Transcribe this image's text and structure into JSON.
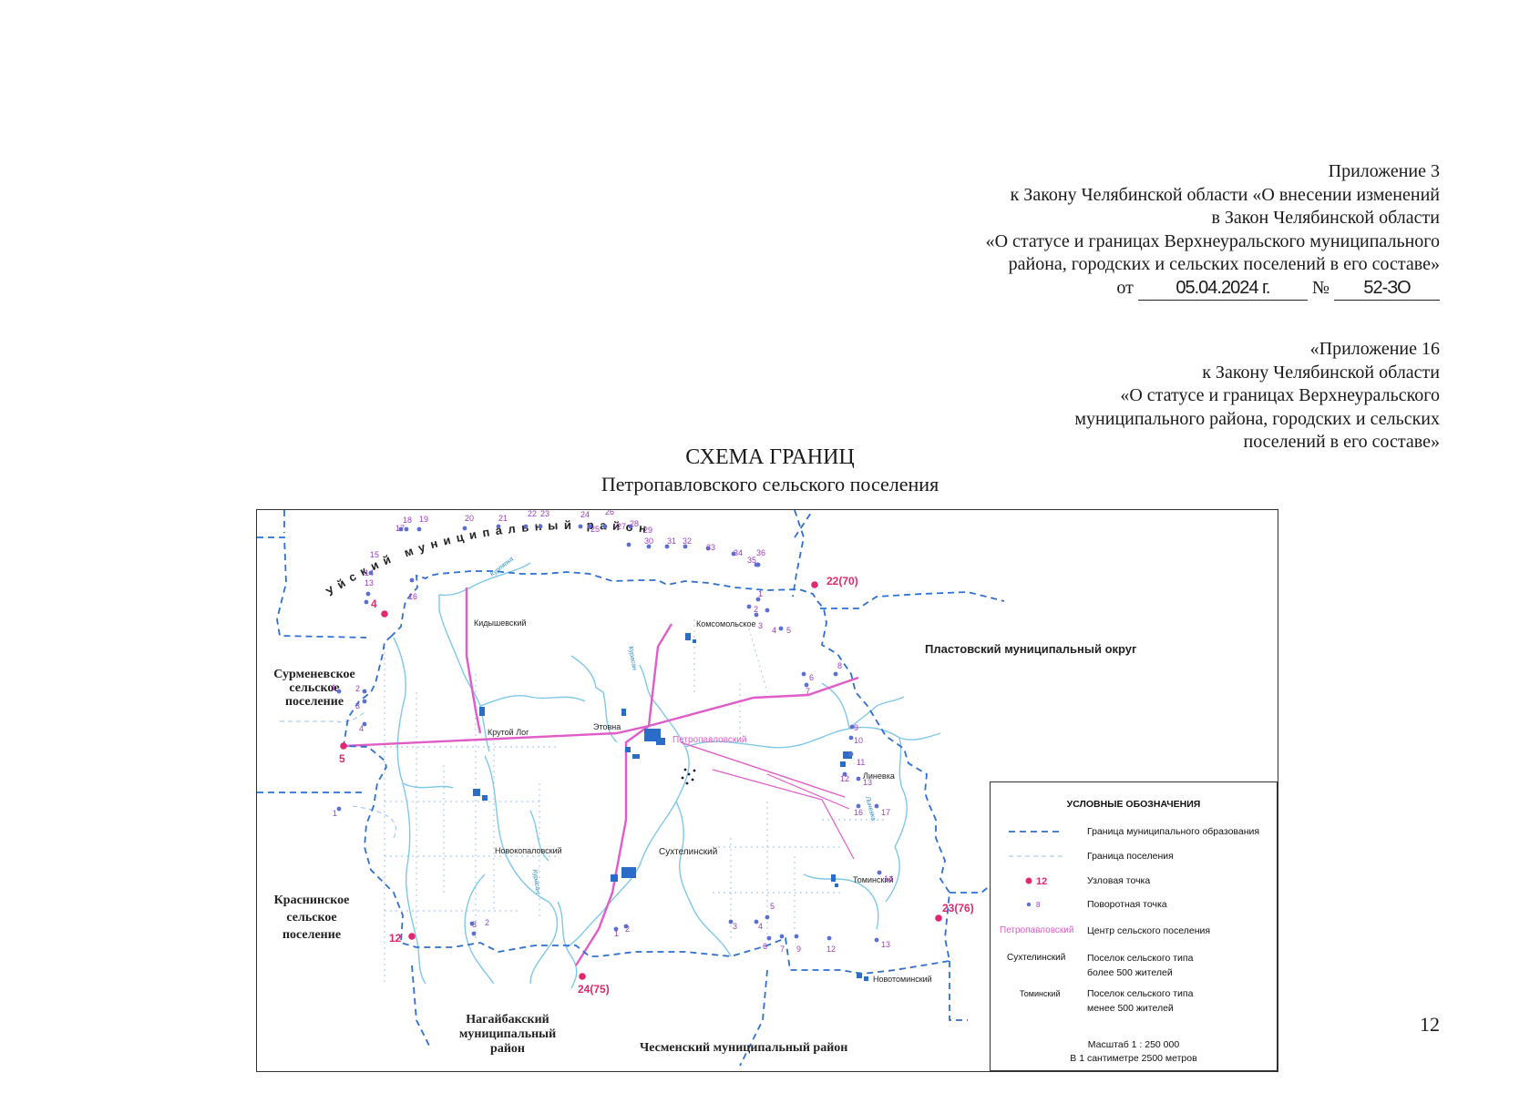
{
  "header": {
    "lines": [
      "Приложение 3",
      "к Закону Челябинской области «О внесении изменений",
      "в Закон Челябинской области",
      "«О статусе и границах Верхнеуральского муниципального",
      "района, городских и сельских поселений в его составе»"
    ],
    "date_prefix": "от",
    "date": "05.04.2024 г.",
    "number_prefix": "№",
    "number": "52-ЗО"
  },
  "prior_appendix": {
    "lines": [
      "«Приложение 16",
      "к Закону Челябинской области",
      "«О статусе и границах Верхнеуральского",
      "муниципального района, городских и сельских",
      "поселений в его составе»"
    ]
  },
  "title": "СХЕМА ГРАНИЦ",
  "subtitle": "Петропавловского сельского поселения",
  "map": {
    "neighbors": {
      "north": "Уйский муниципальный район",
      "east": "Пластовский муниципальный округ",
      "west_upper": [
        "Сурменевское",
        "сельское",
        "поселение"
      ],
      "west_lower": [
        "Краснинское",
        "сельское",
        "поселение"
      ],
      "southwest": [
        "Нагайбакский",
        "муниципальный",
        "район"
      ],
      "south": "Чесменский муниципальный район"
    },
    "center_settlement": "Петропавловский",
    "settlements": {
      "kidyshevsky": "Кидышевский",
      "komsomolskoe": "Комсомольское",
      "krutoy_log": "Крутой Лог",
      "etovna": "Этовна",
      "linevka": "Линевка",
      "novokopalovsky": "Новокопаловский",
      "sukhtelinsky": "Сухтелинский",
      "tominsky": "Томинский",
      "novotominsky": "Новотоминский"
    },
    "rivers": {
      "kurlyapka": "Курляпка",
      "kurasan": "Курасан",
      "linevka_river": "Линевка",
      "kurasan_south": "Курасан"
    },
    "nodal_points": [
      "4",
      "5",
      "12",
      "22(70)",
      "23(76)",
      "24(75)"
    ],
    "turning_points_north": [
      "13",
      "14",
      "15",
      "16",
      "17",
      "18",
      "19",
      "20",
      "21",
      "22",
      "23",
      "24",
      "25",
      "26",
      "27",
      "28",
      "29",
      "30",
      "31",
      "32",
      "33",
      "34",
      "35",
      "36"
    ],
    "turning_points_east": [
      "1",
      "2",
      "3",
      "4",
      "5",
      "6",
      "7",
      "8",
      "9",
      "10",
      "11",
      "12",
      "13",
      "16",
      "17"
    ],
    "turning_points_south": [
      "1",
      "2",
      "3",
      "4",
      "5",
      "6",
      "7",
      "9",
      "12",
      "13",
      "14"
    ],
    "turning_points_west": [
      "1",
      "2",
      "3",
      "4",
      "1",
      "2",
      "3"
    ]
  },
  "legend": {
    "title": "УСЛОВНЫЕ ОБОЗНАЧЕНИЯ",
    "municipal_boundary": "Граница муниципального образования",
    "settlement_boundary": "Граница поселения",
    "nodal_point": "Узловая точка",
    "nodal_point_sample": "12",
    "turning_point": "Поворотная точка",
    "turning_point_sample": "8",
    "center_sample": "Петропавловский",
    "center_label": "Центр сельского поселения",
    "large_sample": "Сухтелинский",
    "large_label_1": "Поселок сельского типа",
    "large_label_2": "более 500 жителей",
    "small_sample": "Томинский",
    "small_label_1": "Поселок сельского типа",
    "small_label_2": "менее 500 жителей",
    "scale_1": "Масштаб 1 : 250 000",
    "scale_2": "В 1 сантиметре 2500 метров"
  },
  "page_number": "12",
  "colors": {
    "boundary": "#2f6fd0",
    "river": "#7fc8e8",
    "road": "#e05cc8",
    "nodal": "#e0286e",
    "point_label": "#9b3fc2",
    "grid": "#9ac0e6"
  }
}
